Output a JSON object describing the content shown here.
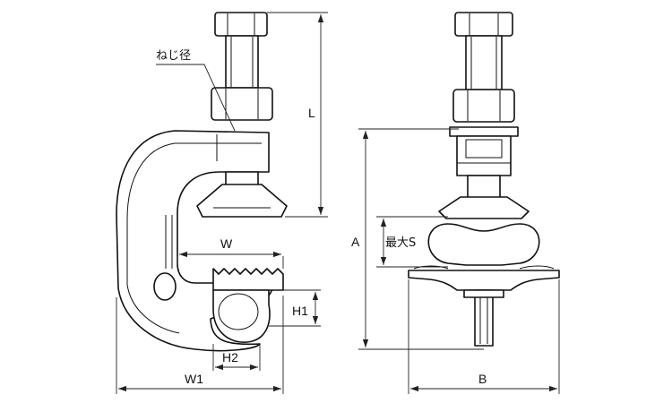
{
  "labels": {
    "thread_diameter": "ねじ径",
    "L": "L",
    "W": "W",
    "H1": "H1",
    "H2": "H2",
    "W1": "W1",
    "A": "A",
    "max_S": "最大S",
    "B": "B"
  },
  "colors": {
    "line": "#111111",
    "background": "#ffffff"
  }
}
